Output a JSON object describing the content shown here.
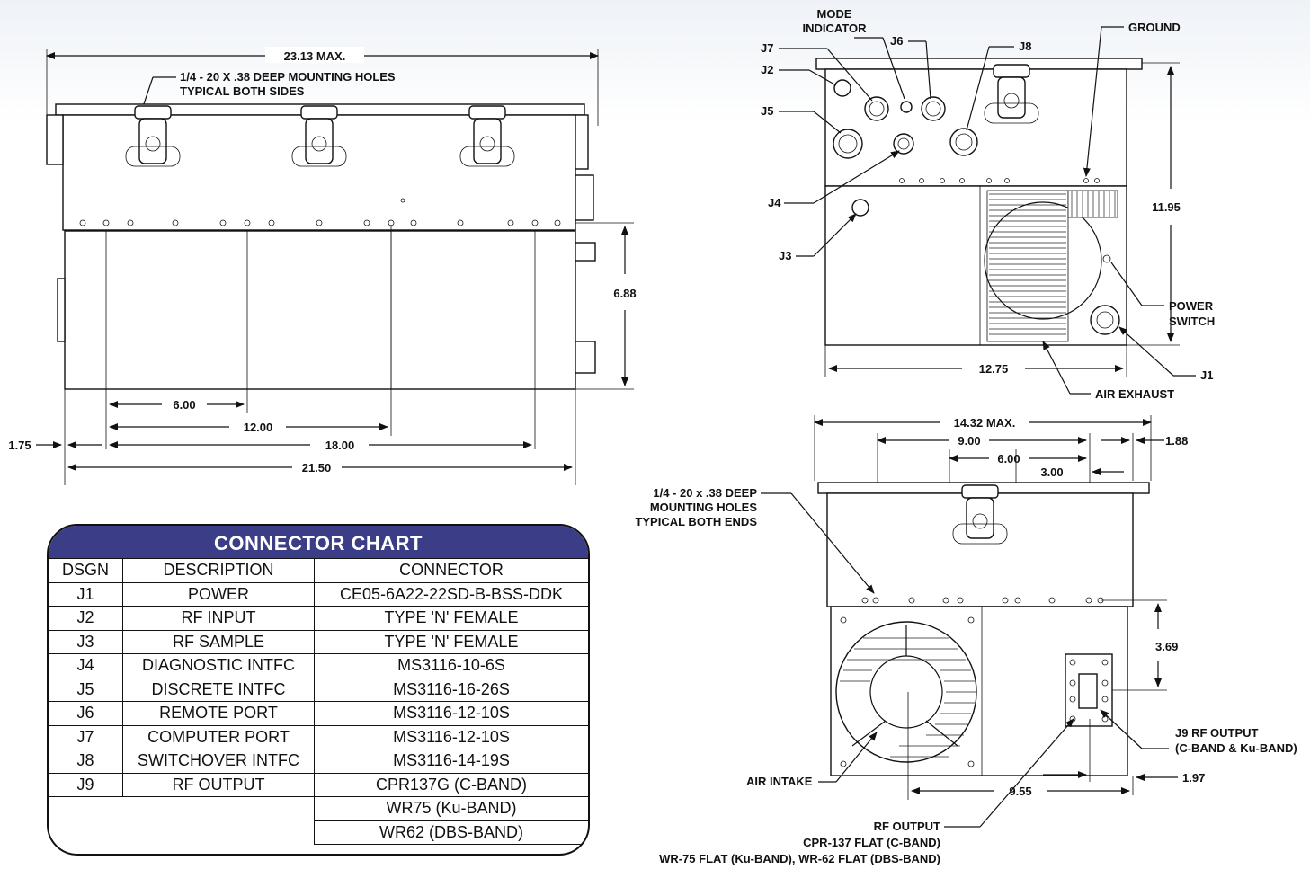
{
  "top_view": {
    "overall_length": "23.13 MAX.",
    "mounting_note_1": "1/4 - 20  X .38 DEEP MOUNTING HOLES",
    "mounting_note_2": "TYPICAL BOTH SIDES",
    "height": "6.88",
    "dims": [
      "6.00",
      "12.00",
      "18.00",
      "1.75",
      "21.50"
    ]
  },
  "side_view": {
    "mode_indicator_1": "MODE",
    "mode_indicator_2": "INDICATOR",
    "ground": "GROUND",
    "labels": [
      "J7",
      "J6",
      "J8",
      "J2",
      "J5",
      "J4",
      "J3",
      "J1"
    ],
    "height": "11.95",
    "width": "12.75",
    "power_switch_1": "POWER",
    "power_switch_2": "SWITCH",
    "air_exhaust": "AIR EXHAUST"
  },
  "end_view": {
    "overall_width": "14.32 MAX.",
    "dims": [
      "9.00",
      "6.00",
      "3.00",
      "1.88",
      "3.69",
      "9.55",
      "1.97"
    ],
    "mounting_note_1": "1/4 - 20 x .38  DEEP",
    "mounting_note_2": "MOUNTING HOLES",
    "mounting_note_3": "TYPICAL BOTH ENDS",
    "air_intake": "AIR INTAKE",
    "rf_out_right_1": "J9 RF OUTPUT",
    "rf_out_right_2": "(C-BAND & Ku-BAND)",
    "rf_output_1": "RF OUTPUT",
    "rf_output_2": "CPR-137 FLAT (C-BAND)",
    "rf_output_3": "WR-75 FLAT (Ku-BAND), WR-62 FLAT (DBS-BAND)"
  },
  "connector_chart": {
    "title": "CONNECTOR CHART",
    "headers": [
      "DSGN",
      "DESCRIPTION",
      "CONNECTOR"
    ],
    "rows": [
      [
        "J1",
        "POWER",
        "CE05-6A22-22SD-B-BSS-DDK"
      ],
      [
        "J2",
        "RF INPUT",
        "TYPE 'N' FEMALE"
      ],
      [
        "J3",
        "RF SAMPLE",
        "TYPE 'N' FEMALE"
      ],
      [
        "J4",
        "DIAGNOSTIC INTFC",
        "MS3116-10-6S"
      ],
      [
        "J5",
        "DISCRETE INTFC",
        "MS3116-16-26S"
      ],
      [
        "J6",
        "REMOTE PORT",
        "MS3116-12-10S"
      ],
      [
        "J7",
        "COMPUTER PORT",
        "MS3116-12-10S"
      ],
      [
        "J8",
        "SWITCHOVER INTFC",
        "MS3116-14-19S"
      ],
      [
        "J9",
        "RF OUTPUT",
        "CPR137G (C-BAND)"
      ]
    ],
    "extra_rows": [
      "WR75 (Ku-BAND)",
      "WR62 (DBS-BAND)"
    ]
  }
}
